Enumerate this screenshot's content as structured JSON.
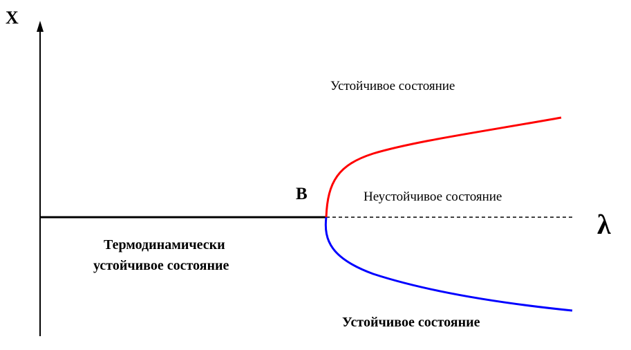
{
  "axes": {
    "y_label": "X",
    "x_label": "λ"
  },
  "labels": {
    "bifurcation_point": "B",
    "upper_stable": "Устойчивое состояние",
    "unstable": "Неустойчивое состояние",
    "lower_stable": "Устойчивое состояние",
    "thermo_line1": "Термодинамически",
    "thermo_line2": "устойчивое состояние"
  },
  "colors": {
    "axis": "#000000",
    "upper_branch": "#ff0000",
    "lower_branch": "#0000ff",
    "unstable_branch": "#000000"
  }
}
